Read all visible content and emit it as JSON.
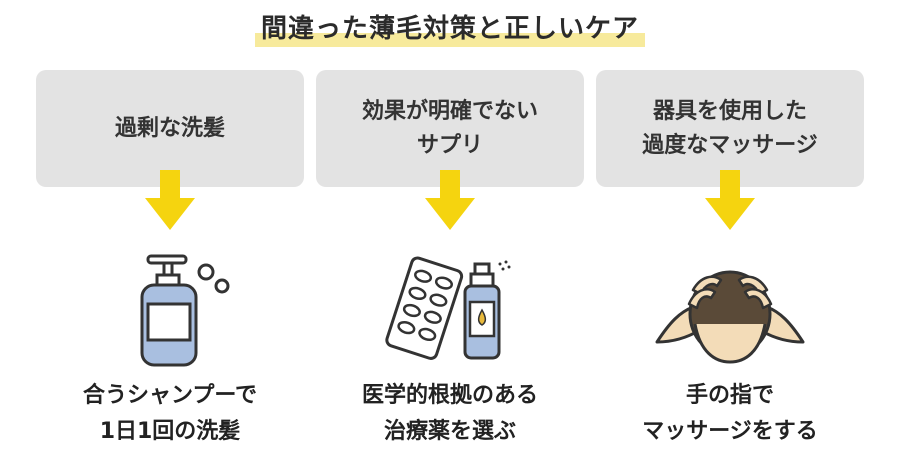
{
  "title": "間違った薄毛対策と正しいケア",
  "colors": {
    "highlight": "#f7ea9c",
    "box": "#e3e3e3",
    "arrow": "#f5d40f",
    "bottle": "#a9bfe0",
    "skin": "#f3dcb8",
    "hair": "#5a4a38"
  },
  "columns": [
    {
      "wrong": "過剰な洗髪",
      "right": "合うシャンプーで\n1日1回の洗髪",
      "icon": "shampoo-bottle-icon"
    },
    {
      "wrong": "効果が明確でない\nサプリ",
      "right": "医学的根拠のある\n治療薬を選ぶ",
      "icon": "medicine-icon"
    },
    {
      "wrong": "器具を使用した\n過度なマッサージ",
      "right": "手の指で\nマッサージをする",
      "icon": "head-massage-icon"
    }
  ]
}
